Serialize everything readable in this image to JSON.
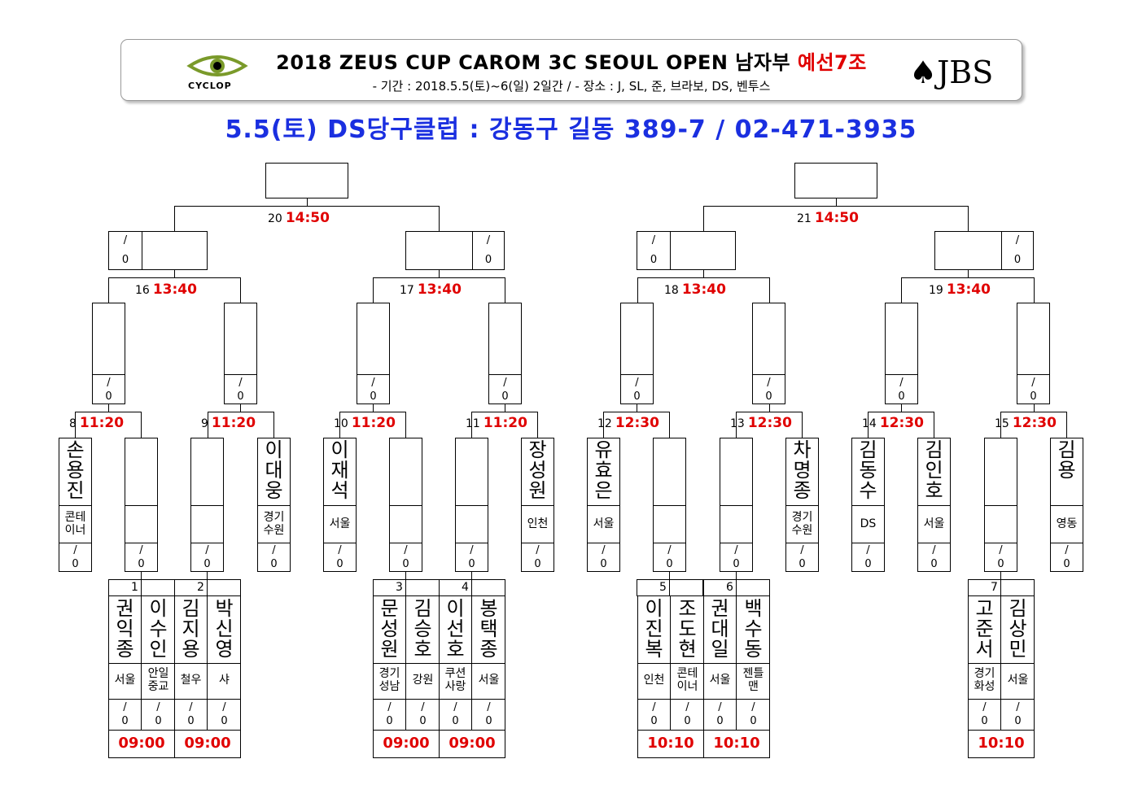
{
  "header": {
    "title_main": "2018 ZEUS CUP CAROM 3C SEOUL OPEN 남자부 ",
    "title_group": "예선7조",
    "subtitle": "- 기간 : 2018.5.5(토)~6(일) 2일간 / - 장소 :  J, SL, 준, 브라보, DS, 벤투스",
    "logo_left": "CYCLOP",
    "logo_right": "JBS"
  },
  "venue": "5.5(토) DS당구클럽 : 강동구 길동 389-7 / 02-471-3935",
  "score_placeholder": "/ 0",
  "colors": {
    "time": "#e00000",
    "venue": "#1a2fe0"
  },
  "matches": [
    {
      "no": "20",
      "time": "14:50"
    },
    {
      "no": "21",
      "time": "14:50"
    },
    {
      "no": "16",
      "time": "13:40"
    },
    {
      "no": "17",
      "time": "13:40"
    },
    {
      "no": "18",
      "time": "13:40"
    },
    {
      "no": "19",
      "time": "13:40"
    },
    {
      "no": "8",
      "time": "11:20"
    },
    {
      "no": "9",
      "time": "11:20"
    },
    {
      "no": "10",
      "time": "11:20"
    },
    {
      "no": "11",
      "time": "11:20"
    },
    {
      "no": "12",
      "time": "12:30"
    },
    {
      "no": "13",
      "time": "12:30"
    },
    {
      "no": "14",
      "time": "12:30"
    },
    {
      "no": "15",
      "time": "12:30"
    }
  ],
  "seeded_players": [
    {
      "name": "손\n용\n진",
      "region": "콘테\n이너"
    },
    {
      "name": "이\n대\n웅",
      "region": "경기\n수원"
    },
    {
      "name": "이\n재\n석",
      "region": "서울"
    },
    {
      "name": "장\n성\n원",
      "region": "인천"
    },
    {
      "name": "유\n효\n은",
      "region": "서울"
    },
    {
      "name": "차\n명\n종",
      "region": "경기\n수원"
    },
    {
      "name": "김\n동\n수",
      "region": "DS"
    },
    {
      "name": "김\n인\n호",
      "region": "서울"
    },
    {
      "name": "김\n용",
      "region": "영동"
    }
  ],
  "first_round": [
    {
      "no": "1",
      "time": "09:00",
      "p1": {
        "name": "권\n익\n종",
        "region": "서울"
      },
      "p2": {
        "name": "이\n수\n인",
        "region": "안일\n중교"
      }
    },
    {
      "no": "2",
      "time": "09:00",
      "p1": {
        "name": "김\n지\n용",
        "region": "철우"
      },
      "p2": {
        "name": "박\n신\n영",
        "region": "샤"
      }
    },
    {
      "no": "3",
      "time": "09:00",
      "p1": {
        "name": "문\n성\n원",
        "region": "경기\n성남"
      },
      "p2": {
        "name": "김\n승\n호",
        "region": "강원"
      }
    },
    {
      "no": "4",
      "time": "09:00",
      "p1": {
        "name": "이\n선\n호",
        "region": "쿠션\n사랑"
      },
      "p2": {
        "name": "봉\n택\n종",
        "region": "서울"
      }
    },
    {
      "no": "5",
      "time": "10:10",
      "p1": {
        "name": "이\n진\n복",
        "region": "인천"
      },
      "p2": {
        "name": "조\n도\n현",
        "region": "콘테\n이너"
      }
    },
    {
      "no": "6",
      "time": "10:10",
      "p1": {
        "name": "권\n대\n일",
        "region": "서울"
      },
      "p2": {
        "name": "백\n수\n동",
        "region": "젠틀\n맨"
      }
    },
    {
      "no": "7",
      "time": "10:10",
      "p1": {
        "name": "고\n준\n서",
        "region": "경기\n화성"
      },
      "p2": {
        "name": "김\n상\n민",
        "region": "서울"
      }
    }
  ]
}
